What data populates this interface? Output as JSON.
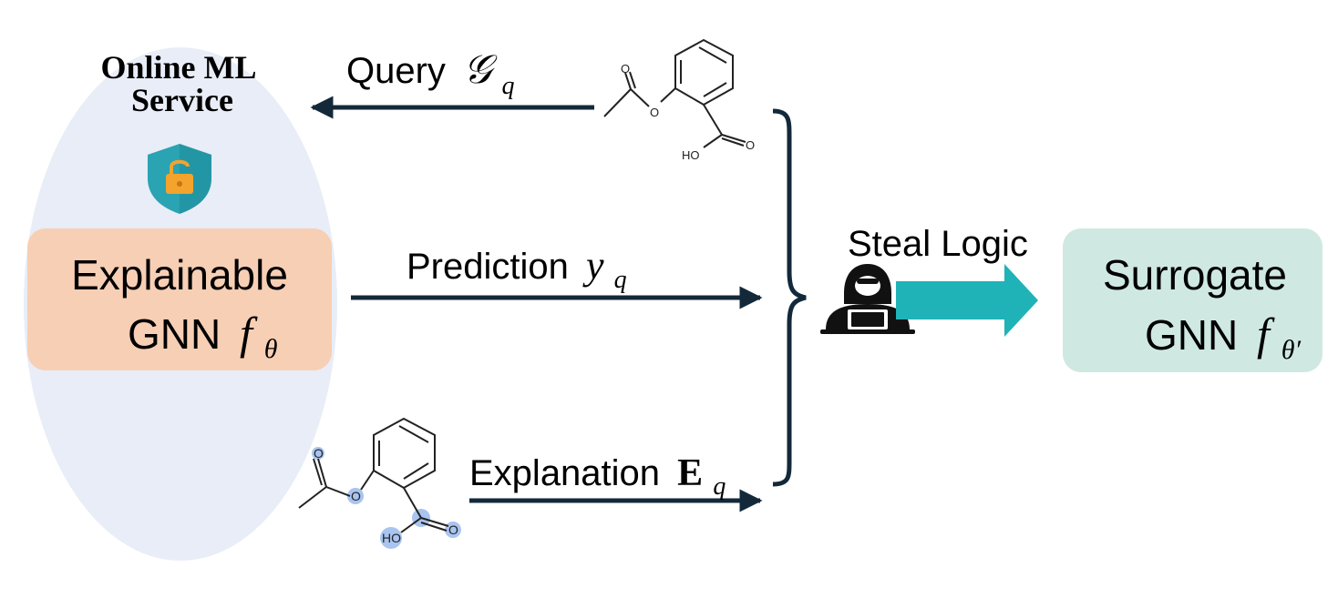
{
  "service": {
    "title_line1": "Online ML",
    "title_line2": "Service",
    "model_line1": "Explainable",
    "model_line2": "GNN",
    "model_symbol": "f",
    "model_subscript": "θ"
  },
  "flows": {
    "query": {
      "label": "Query",
      "symbol": "𝒢",
      "subscript": "q"
    },
    "prediction": {
      "label": "Prediction",
      "symbol": "y",
      "subscript": "q"
    },
    "explanation": {
      "label": "Explanation",
      "symbol": "E",
      "subscript": "q"
    }
  },
  "attacker": {
    "label": "Steal Logic"
  },
  "surrogate": {
    "line1": "Surrogate",
    "line2": "GNN",
    "symbol": "f",
    "subscript": "θ′"
  },
  "molecule_labels": {
    "oxygen": "O",
    "hydroxyl": "HO"
  },
  "colors": {
    "service_ellipse": "#e8edf7",
    "model_box": "#f7cfb4",
    "surrogate_box": "#cfe9e2",
    "arrow_dark": "#13293a",
    "arrow_teal": "#1fb3b8",
    "shield": "#2aa3b2",
    "lock": "#f4a32c",
    "highlight": "#a9c4ef"
  }
}
